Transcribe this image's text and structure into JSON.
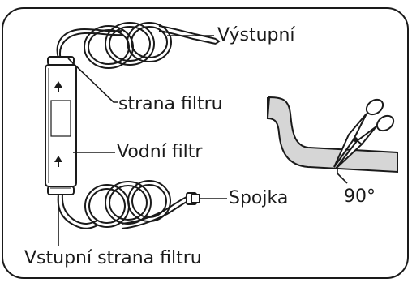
{
  "labels": {
    "output_side": "Výstupní",
    "filter_side": "strana filtru",
    "water_filter": "Vodní filtr",
    "connector": "Spojka",
    "angle": "90°",
    "input_side": "Vstupní strana filtru"
  },
  "icons": {
    "scissors": "scissors-icon",
    "flow_arrow": "arrow-up-icon"
  },
  "colors": {
    "line": "#1a1a1a",
    "tube_fill": "#d6d6d6",
    "background": "#ffffff"
  }
}
